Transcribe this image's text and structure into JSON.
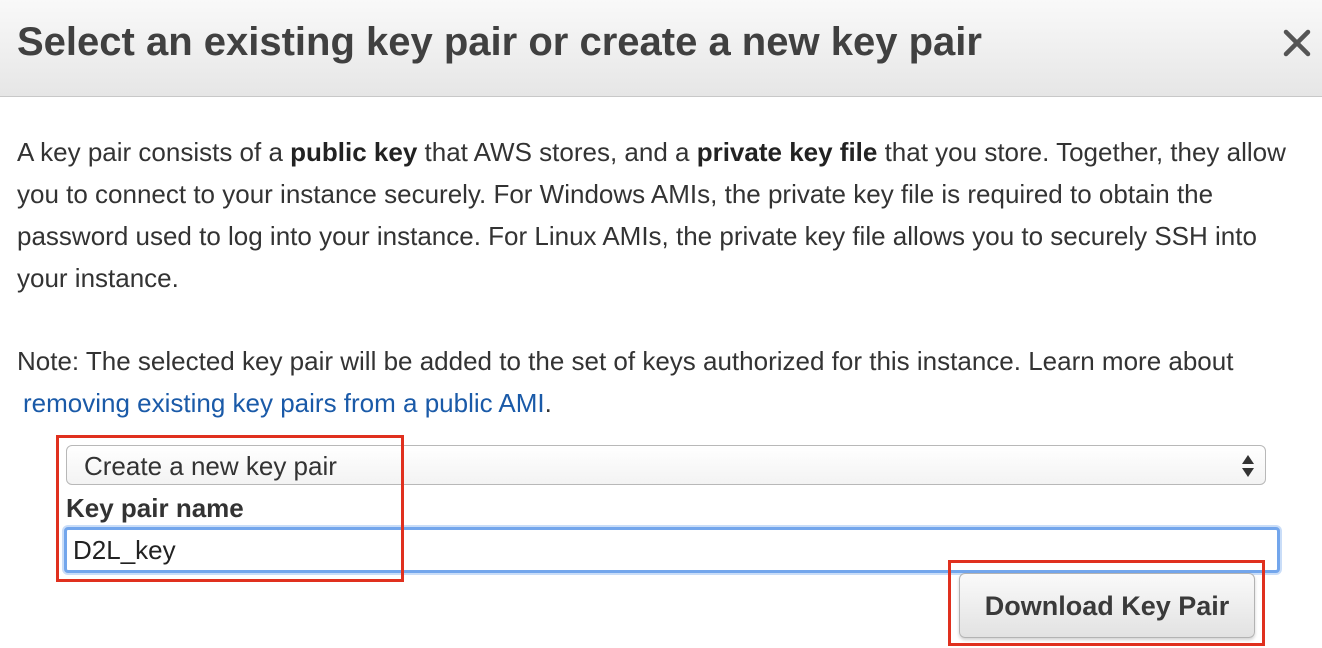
{
  "dialog": {
    "title": "Select an existing key pair or create a new key pair",
    "close_icon": "close-icon"
  },
  "intro": {
    "part1": "A key pair consists of a ",
    "bold1": "public key",
    "part2": " that AWS stores, and a ",
    "bold2": "private key file",
    "part3": " that you store. Together, they allow you to connect to your instance securely. For Windows AMIs, the private key file is required to obtain the password used to log into your instance. For Linux AMIs, the private key file allows you to securely SSH into your instance."
  },
  "note": {
    "text": "Note: The selected key pair will be added to the set of keys authorized for this instance. Learn more about",
    "link": "removing existing key pairs from a public AMI",
    "end": "."
  },
  "form": {
    "select_value": "Create a new key pair",
    "select_icon": "select-updown-arrows-icon",
    "field_label": "Key pair name",
    "key_name_value": "D2L_key",
    "download_label": "Download Key Pair"
  },
  "colors": {
    "link": "#1a5aa8",
    "annotation": "#e0301e",
    "focus_border": "#73a6ec"
  }
}
